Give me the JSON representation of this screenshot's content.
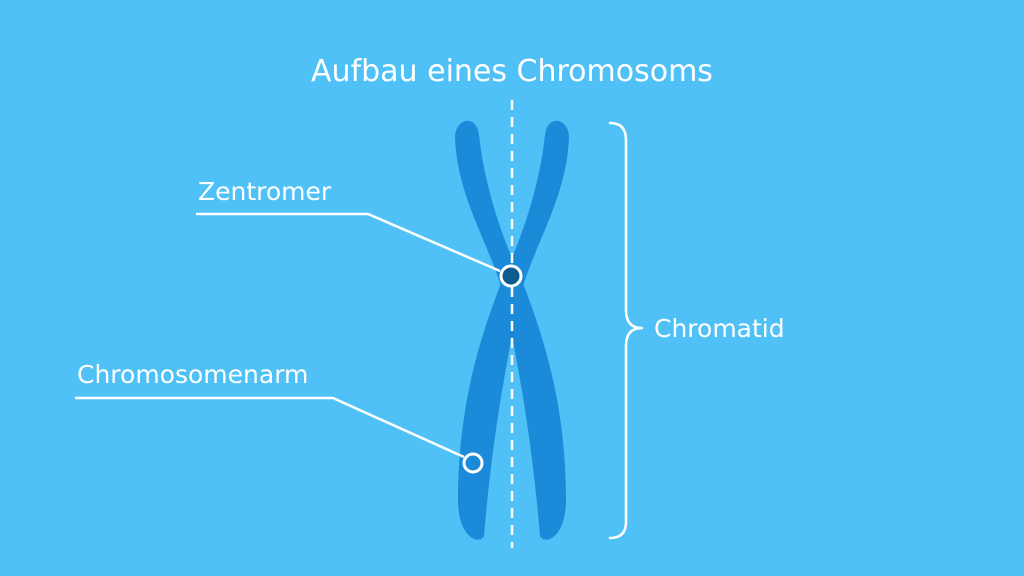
{
  "title": "Aufbau eines Chromosoms",
  "labels": {
    "centromere": "Zentromer",
    "chromosome_arm": "Chromosomenarm",
    "chromatid": "Chromatid"
  },
  "colors": {
    "background": "#4fc1f7",
    "chromatid_fill": "#1b8ad9",
    "centromere_fill": "#0f5a91",
    "lines": "#ffffff"
  }
}
